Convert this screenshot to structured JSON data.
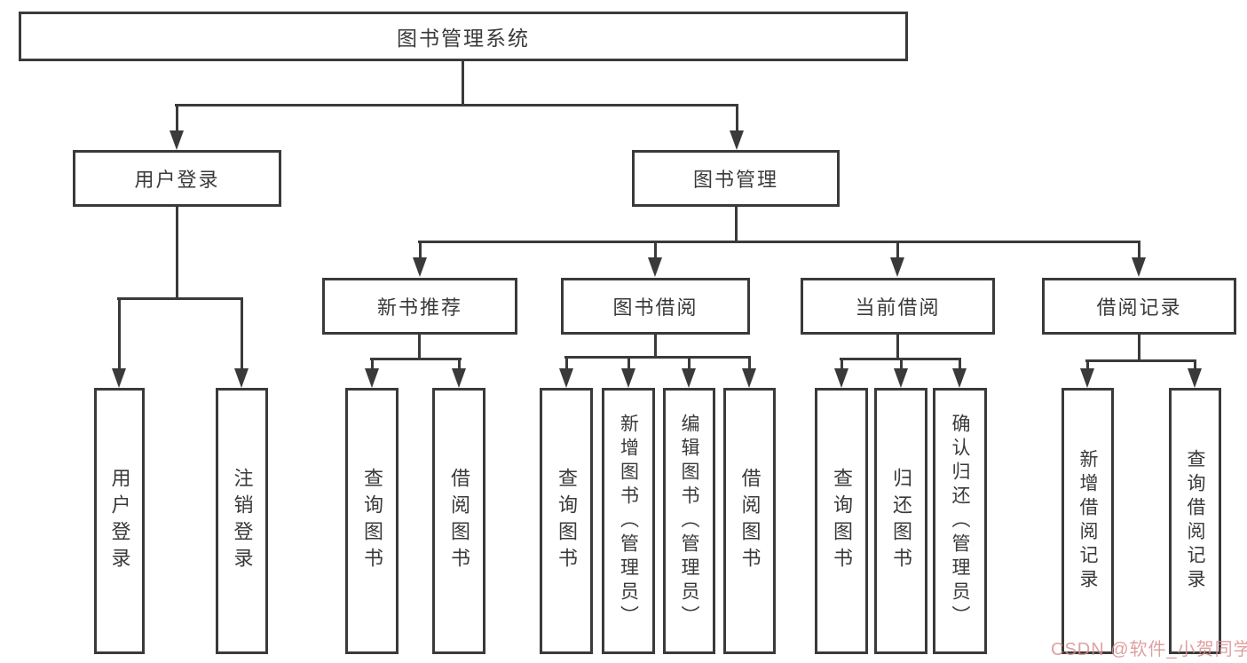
{
  "tree": {
    "label": "图书管理系统",
    "children": [
      {
        "label": "用户登录",
        "children": [
          {
            "label": "用户登录"
          },
          {
            "label": "注销登录"
          }
        ]
      },
      {
        "label": "图书管理",
        "children": [
          {
            "label": "新书推荐",
            "children": [
              {
                "label": "查询图书"
              },
              {
                "label": "借阅图书"
              }
            ]
          },
          {
            "label": "图书借阅",
            "children": [
              {
                "label": "查询图书"
              },
              {
                "label": "新增图书（管理员）"
              },
              {
                "label": "编辑图书（管理员）"
              },
              {
                "label": "借阅图书"
              }
            ]
          },
          {
            "label": "当前借阅",
            "children": [
              {
                "label": "查询图书"
              },
              {
                "label": "归还图书"
              },
              {
                "label": "确认归还（管理员）"
              }
            ]
          },
          {
            "label": "借阅记录",
            "children": [
              {
                "label": "新增借阅记录"
              },
              {
                "label": "查询借阅记录"
              }
            ]
          }
        ]
      }
    ]
  },
  "watermark": {
    "text": "CSDN @软件_小贺同学"
  },
  "colors": {
    "line": "#3a3a3a",
    "text": "#3a3a3a",
    "background": "#ffffff",
    "watermark_pink": "#d98f8f"
  }
}
